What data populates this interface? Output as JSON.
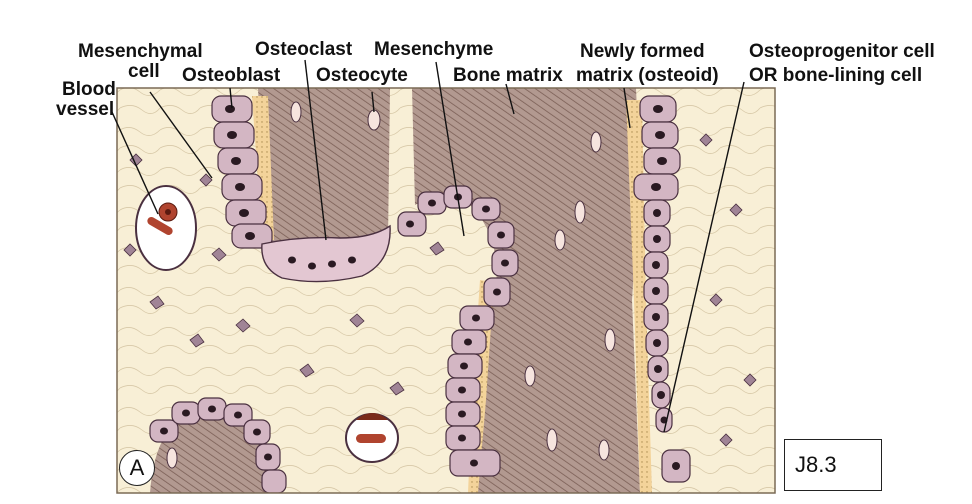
{
  "labels": {
    "mesenchymal_cell": [
      "Mesenchymal",
      "cell"
    ],
    "blood_vessel": [
      "Blood",
      "vessel"
    ],
    "osteoblast": "Osteoblast",
    "osteoclast": "Osteoclast",
    "osteocyte": "Osteocyte",
    "mesenchyme": "Mesenchyme",
    "bone_matrix": "Bone matrix",
    "newly_formed_matrix": [
      "Newly formed",
      "matrix (osteoid)"
    ],
    "osteoprogenitor_cell": [
      "Osteoprogenitor cell",
      "OR bone-lining cell"
    ]
  },
  "panel_letter": "A",
  "figure_id": "J8.3",
  "colors": {
    "background": "#ffffff",
    "mesenchyme": "#f8efd6",
    "bone_matrix": "#b29990",
    "bone_hatch": "#7a5e55",
    "cell_fill": "#d3b6c3",
    "cell_outline": "#4a3040",
    "nucleus": "#2a1a22",
    "osteoid": "#f3d39a",
    "blood_cell": "#b0442f"
  }
}
